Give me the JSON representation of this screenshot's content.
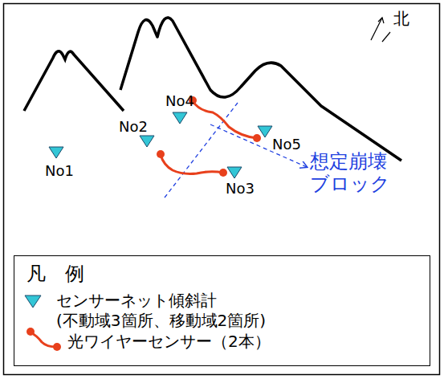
{
  "diagram": {
    "labels": [
      "北",
      "No1",
      "No2",
      "No3",
      "No4",
      "No5",
      "想定崩壊 ブロック",
      "凡　例"
    ],
    "legend": [
      {
        "text": "センサーネット傾斜計 (不動域3箇所、移動域2箇所)"
      },
      {
        "text": "光ワイヤーセンサー（2本）"
      }
    ]
  }
}
